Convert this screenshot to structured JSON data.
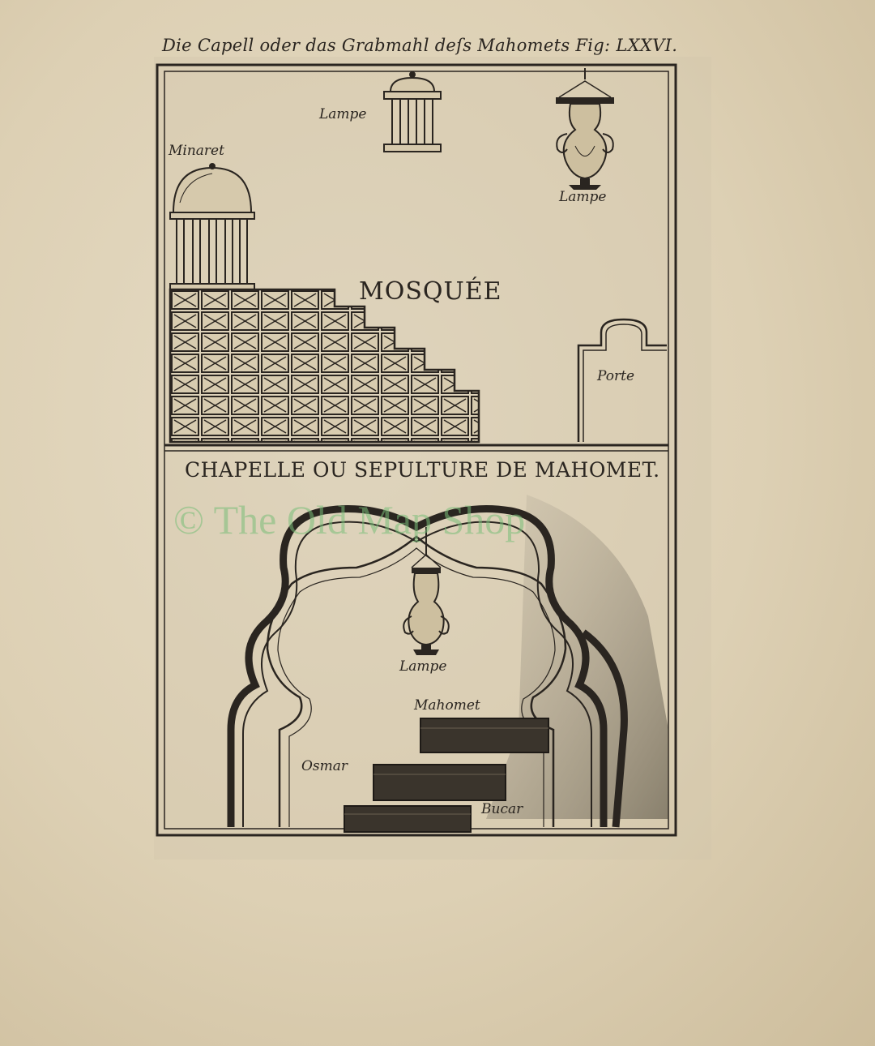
{
  "header": {
    "title": "Die Capell oder das Grabmahl deſs Mahomets Fig: LXXVI."
  },
  "upper_section": {
    "title": "MOSQUÉE",
    "labels": {
      "minaret": "Minaret",
      "lamp_top": "Lampe",
      "lamp_right": "Lampe",
      "door": "Porte"
    }
  },
  "lower_section": {
    "title": "CHAPELLE OU SEPULTURE DE MAHOMET.",
    "labels": {
      "lamp": "Lampe",
      "tomb_mahomet": "Mahomet",
      "tomb_osmar": "Osmar",
      "tomb_bucar": "Bucar"
    }
  },
  "watermark": {
    "text": "© The Old Map Shop",
    "color": "#7fbf7f"
  },
  "colors": {
    "paper": "#e2d6bc",
    "ink": "#2a2520"
  }
}
